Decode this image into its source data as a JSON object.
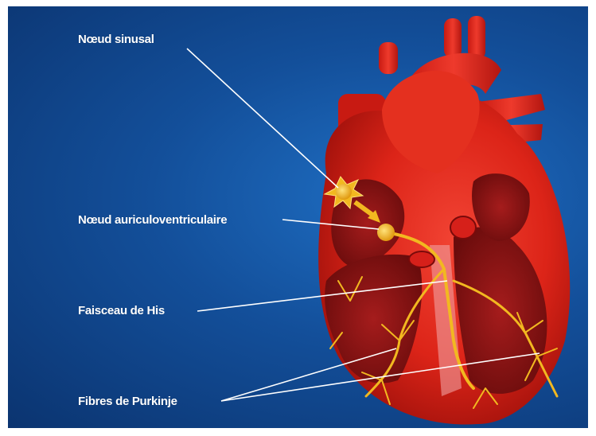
{
  "labels": {
    "sinus_node": "Nœud sinusal",
    "av_node": "Nœud auriculoventriculaire",
    "bundle_of_his": "Faisceau de His",
    "purkinje_fibers": "Fibres de Purkinje"
  },
  "colors": {
    "background": "#134f9a",
    "heart_muscle": "#e0281e",
    "heart_interior": "#8c1414",
    "conduction": "#f2b820",
    "leader_lines": "#ffffff"
  }
}
